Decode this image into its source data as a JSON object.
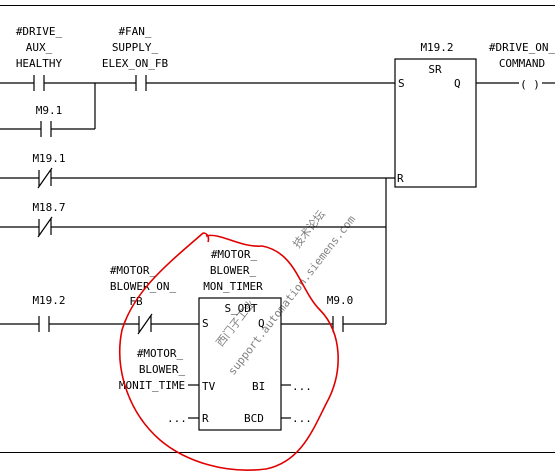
{
  "network": {
    "contacts": {
      "drive_aux_healthy": {
        "l1": "#DRIVE_",
        "l2": "AUX_",
        "l3": "HEALTHY"
      },
      "fan_supply": {
        "l1": "#FAN_",
        "l2": "SUPPLY_",
        "l3": "ELEX_ON_FB"
      },
      "m9_1": "M9.1",
      "m19_1": "M19.1",
      "m18_7": "M18.7",
      "m19_2": "M19.2",
      "motor_blower_on_fb": {
        "l1": "#MOTOR_",
        "l2": "BLOWER_ON_",
        "l3": "FB"
      },
      "m9_0": "M9.0"
    },
    "sr_block": {
      "address": "M19.2",
      "name": "SR",
      "pin_s": "S",
      "pin_q": "Q",
      "pin_r": "R"
    },
    "coil": {
      "l1": "#DRIVE_ON_",
      "l2": "COMMAND",
      "symbol": "( )"
    },
    "timer_block": {
      "name_l1": "#MOTOR_",
      "name_l2": "BLOWER_",
      "name_l3": "MON_TIMER",
      "type": "S_ODT",
      "pin_s": "S",
      "pin_q": "Q",
      "pin_tv": "TV",
      "pin_bi": "BI",
      "pin_r": "R",
      "pin_bcd": "BCD",
      "tv_l1": "#MOTOR_",
      "tv_l2": "BLOWER_",
      "tv_l3": "MONIT_TIME",
      "dots": "..."
    }
  },
  "watermark": {
    "l1": "西门子工业",
    "l2": "技术论坛",
    "l3": "support.automation.siemens.com"
  },
  "colors": {
    "annotation": "#e00000",
    "watermark": "#c8c8d8"
  }
}
